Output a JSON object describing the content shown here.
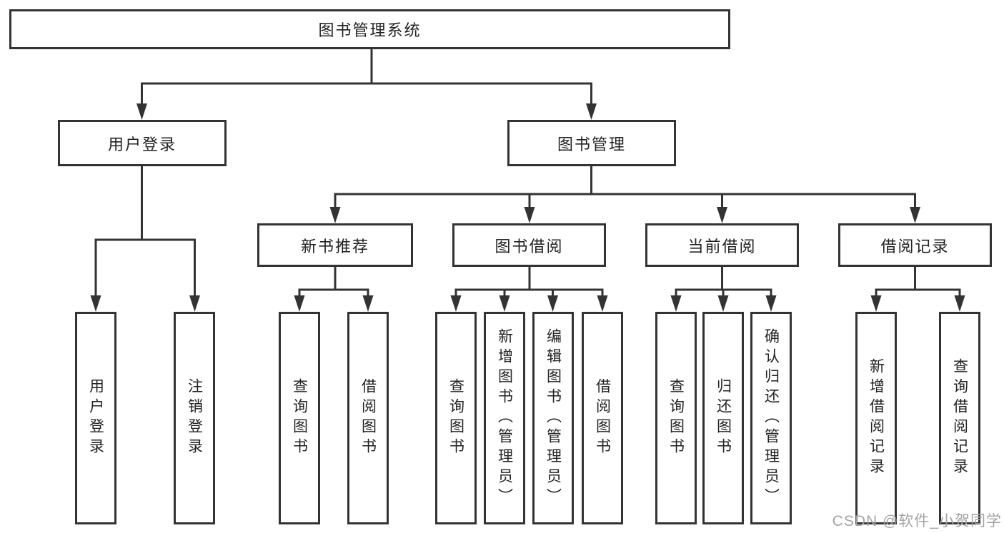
{
  "colors": {
    "line_color": "#333333",
    "text_color": "#222222",
    "watermark_color": "#a3a3a3",
    "background_color": "#ffffff"
  },
  "root": {
    "label": "图书管理系统"
  },
  "level2": {
    "user_login": {
      "label": "用户登录"
    },
    "book_management": {
      "label": "图书管理"
    }
  },
  "level3": {
    "new_book_recommend": {
      "label": "新书推荐"
    },
    "book_borrow": {
      "label": "图书借阅"
    },
    "current_borrow": {
      "label": "当前借阅"
    },
    "borrow_records": {
      "label": "借阅记录"
    }
  },
  "level4": {
    "user_login_children": [
      {
        "label": "用户登录"
      },
      {
        "label": "注销登录"
      }
    ],
    "new_book_children": [
      {
        "label": "查询图书"
      },
      {
        "label": "借阅图书"
      }
    ],
    "book_borrow_children": [
      {
        "label": "查询图书"
      },
      {
        "label": "新增图书（管理员）"
      },
      {
        "label": "编辑图书（管理员）"
      },
      {
        "label": "借阅图书"
      }
    ],
    "current_borrow_children": [
      {
        "label": "查询图书"
      },
      {
        "label": "归还图书"
      },
      {
        "label": "确认归还（管理员）"
      }
    ],
    "borrow_records_children": [
      {
        "label": "新增借阅记录"
      },
      {
        "label": "查询借阅记录"
      }
    ]
  },
  "watermark": {
    "text": "CSDN @软件_小贺同学"
  }
}
